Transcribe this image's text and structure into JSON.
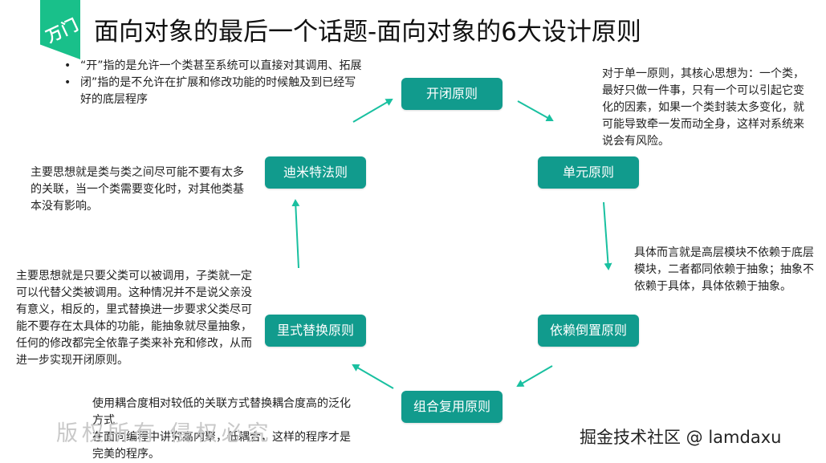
{
  "logo_text": "万门",
  "title": "面向对象的最后一个话题-面向对象的6大设计原则",
  "principles": {
    "open_closed": {
      "label": "开闭原则",
      "bullets": [
        "“开”指的是允许一个类甚至系统可以直接对其调用、拓展",
        "闭”指的是不允许在扩展和修改功能的时候触及到已经写好的底层程序"
      ]
    },
    "single": {
      "label": "单元原则",
      "desc": "对于单一原则，其核心思想为：一个类，最好只做一件事，只有一个可以引起它变化的因素，如果一个类封装太多变化，就可能导致牵一发而动全身，这样对系统来说会有风险。"
    },
    "dependency": {
      "label": "依赖倒置原则",
      "desc": "具体而言就是高层模块不依赖于底层模块，二者都同依赖于抽象；抽象不依赖于具体，具体依赖于抽象。"
    },
    "composite": {
      "label": "组合复用原则",
      "desc_lines": [
        "使用耦合度相对较低的关联方式替换耦合度高的泛化方式",
        "在面向编程中讲究高内聚，低耦合，这样的程序才是完美的程序。"
      ]
    },
    "liskov": {
      "label": "里式替换原则",
      "desc": "主要思想就是只要父类可以被调用，子类就一定可以代替父类被调用。这种情况并不是说父亲没有意义，相反的，里式替换进一步要求父类尽可能不要存在太具体的功能，能抽象就尽量抽象，任何的修改都完全依靠子类来补充和修改，从而进一步实现开闭原则。"
    },
    "demeter": {
      "label": "迪米特法则",
      "desc": "主要思想就是类与类之间尽可能不要有太多的关联，当一个类需要变化时，对其他类基本没有影响。"
    }
  },
  "watermark": "版权所有  侵权必究",
  "footer": "掘金技术社区 @ lamdaxu",
  "colors": {
    "node_bg": "#119b8d",
    "arrow": "#19c0a0",
    "logo": "#19c08a"
  }
}
